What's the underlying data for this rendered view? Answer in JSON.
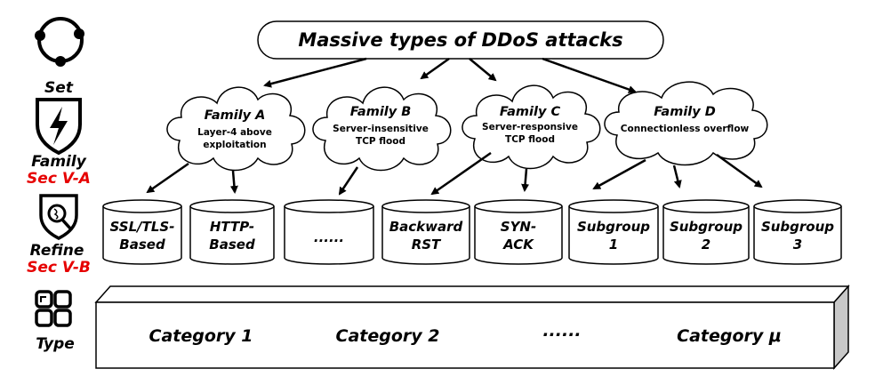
{
  "root": {
    "label": "Massive types of DDoS attacks"
  },
  "families": [
    {
      "title": "Family A",
      "sub": [
        "Layer-4 above",
        "exploitation"
      ]
    },
    {
      "title": "Family B",
      "sub": [
        "Server-insensitive",
        "TCP flood"
      ]
    },
    {
      "title": "Family C",
      "sub": [
        "Server-responsive",
        "TCP flood"
      ]
    },
    {
      "title": "Family D",
      "sub": [
        "Connectionless overflow"
      ]
    }
  ],
  "subgroups": [
    {
      "lines": [
        "SSL/TLS-",
        "Based"
      ]
    },
    {
      "lines": [
        "HTTP-",
        "Based"
      ]
    },
    {
      "lines": [
        "......"
      ]
    },
    {
      "lines": [
        "Backward",
        "RST"
      ]
    },
    {
      "lines": [
        "SYN-",
        "ACK"
      ]
    },
    {
      "lines": [
        "Subgroup",
        "1"
      ]
    },
    {
      "lines": [
        "Subgroup",
        "2"
      ]
    },
    {
      "lines": [
        "Subgroup",
        "3"
      ]
    }
  ],
  "categories": [
    "Category 1",
    "Category 2",
    "......",
    "Category μ"
  ],
  "sidebar": {
    "set_label": "Set",
    "family_label": "Family",
    "family_sec": "Sec V-A",
    "refine_label": "Refine",
    "refine_sec": "Sec V-B",
    "type_label": "Type"
  },
  "colors": {
    "section_ref": "#e60000",
    "stroke": "#000000"
  }
}
